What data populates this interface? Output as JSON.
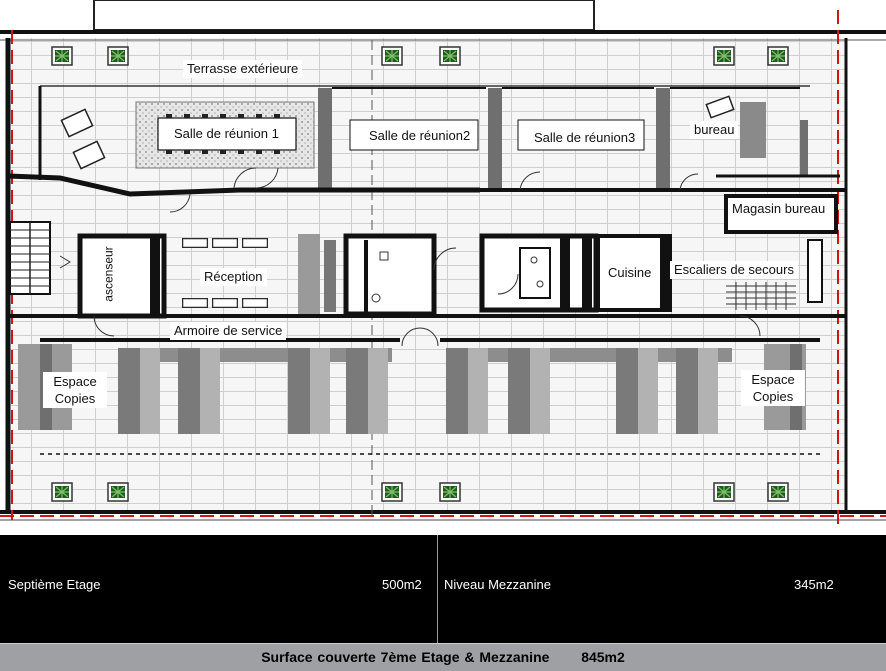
{
  "plan": {
    "rooms": {
      "terrasse": "Terrasse extérieure",
      "salle1": "Salle de réunion 1",
      "salle2": "Salle de réunion2",
      "salle3": "Salle de réunion3",
      "bureau": "bureau",
      "magasin": "Magasin bureau",
      "ascenseur": "ascenseur",
      "reception": "Réception",
      "cuisine": "Cuisine",
      "escaliers": "Escaliers de secours",
      "armoire": "Armoire de service",
      "copies_left": "Espace Copies",
      "copies_right": "Espace Copies"
    },
    "colors": {
      "wall": "#111111",
      "partition": "#6f6f6f",
      "floor_grid": "#d9d9d9",
      "plant": "#2e6b2a",
      "boundary": "#d21414"
    }
  },
  "summary": {
    "left": {
      "label": "Septième Etage",
      "value": "500m2"
    },
    "right": {
      "label": "Niveau Mezzanine",
      "value": "345m2"
    },
    "footer": {
      "label": "Surface couverte 7ème Etage & Mezzanine",
      "value": "845m2"
    }
  }
}
